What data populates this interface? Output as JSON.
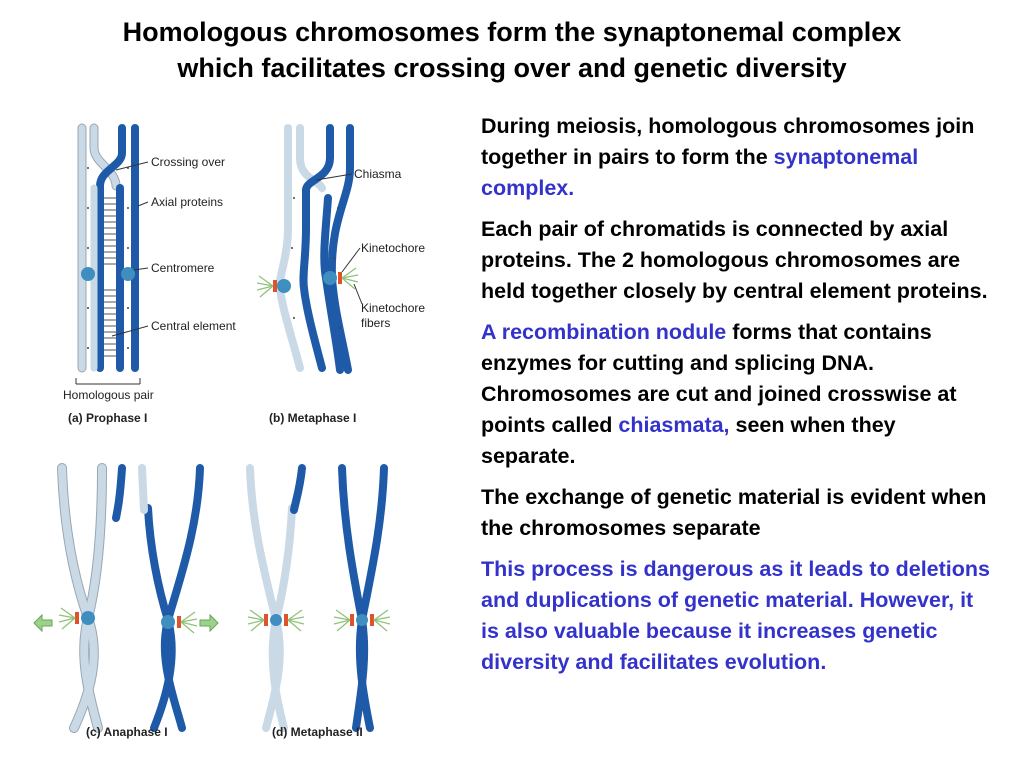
{
  "title": {
    "line1": "Homologous chromosomes form the synaptonemal complex",
    "line2": "which facilitates crossing over and genetic diversity"
  },
  "paragraphs": {
    "p1_a": "During meiosis, homologous chromosomes join together in pairs to form the ",
    "p1_b": "synaptonemal complex.",
    "p2": "Each pair of chromatids is connected by axial proteins. The 2 homologous chromosomes are held together closely by central element proteins.",
    "p3_a": "A recombination nodule",
    "p3_b": " forms that contains enzymes for cutting and splicing DNA. Chromosomes are cut and joined crosswise at points called ",
    "p3_c": "chiasmata,",
    "p3_d": " seen when they separate.",
    "p4": "The exchange of genetic material is evident when the chromosomes separate",
    "p5": "This process is dangerous as it leads to deletions and duplications of genetic material. However, it is also valuable because it increases genetic diversity and facilitates evolution."
  },
  "diagram": {
    "labels": {
      "crossing_over": "Crossing over",
      "axial_proteins": "Axial proteins",
      "centromere": "Centromere",
      "central_element": "Central element",
      "homologous_pair": "Homologous pair",
      "chiasma": "Chiasma",
      "kinetochore": "Kinetochore",
      "kinetochore_fibers_1": "Kinetochore",
      "kinetochore_fibers_2": "fibers"
    },
    "captions": {
      "a": "(a) Prophase I",
      "b": "(b) Metaphase I",
      "c": "(c) Anaphase I",
      "d": "(d) Metaphase II"
    },
    "colors": {
      "light_chromosome": "#c9d9e6",
      "dark_chromosome": "#1f5aa8",
      "centromere": "#3e8fc0",
      "kinetochore": "#e0522a",
      "fibers": "#8fc27a"
    }
  }
}
